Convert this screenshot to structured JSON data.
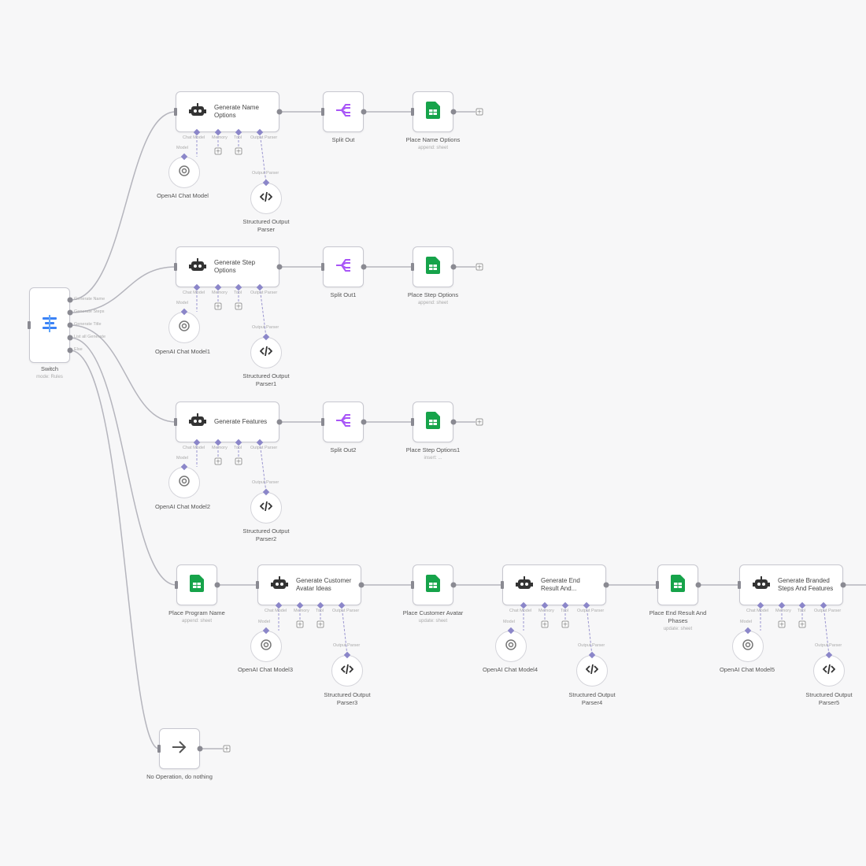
{
  "colors": {
    "sheet_green": "#16a34a",
    "split_purple": "#a855f7",
    "switch_blue": "#3b82f6"
  },
  "switch": {
    "label": "Switch",
    "sub": "mode: Rules",
    "outputs": [
      "Generate Name",
      "Generate Steps",
      "Generate Title",
      "List all Generate",
      "Else"
    ]
  },
  "rows": [
    {
      "agent": "Generate Name Options",
      "split": "Split Out",
      "sheet": "Place Name Options",
      "sheet_sub": "append: sheet",
      "chat_model": "OpenAI Chat Model",
      "parser": "Structured Output Parser"
    },
    {
      "agent": "Generate Step Options",
      "split": "Split Out1",
      "sheet": "Place Step Options",
      "sheet_sub": "append: sheet",
      "chat_model": "OpenAI Chat Model1",
      "parser": "Structured Output Parser1"
    },
    {
      "agent": "Generate Features",
      "split": "Split Out2",
      "sheet": "Place Step Options1",
      "sheet_sub": "insert: ...",
      "chat_model": "OpenAI Chat Model2",
      "parser": "Structured Output Parser2"
    }
  ],
  "row4": {
    "program_sheet": "Place Program Name",
    "program_sheet_sub": "append: sheet",
    "agent1": "Generate Customer Avatar Ideas",
    "avatar_sheet": "Place Customer Avatar",
    "avatar_sheet_sub": "update: sheet",
    "agent2": "Generate End Result And...",
    "end_sheet": "Place End Result And Phases",
    "end_sheet_sub": "update: sheet",
    "agent3": "Generate Branded Steps And Features",
    "chat_model3": "OpenAI Chat Model3",
    "parser3": "Structured Output Parser3",
    "chat_model4": "OpenAI Chat Model4",
    "parser4": "Structured Output Parser4",
    "chat_model5": "OpenAI Chat Model5",
    "parser5": "Structured Output Parser5"
  },
  "noop": {
    "label": "No Operation, do nothing"
  },
  "sub_labels": {
    "chat_model": "Chat Model",
    "memory": "Memory",
    "tool": "Tool",
    "output_parser": "Output Parser",
    "model": "Model",
    "parser_input": "Output Parser"
  },
  "icons": {
    "agent": "robot-icon",
    "split": "split-icon",
    "sheet": "sheet-icon",
    "model": "openai-icon",
    "parser": "code-icon",
    "switch": "switch-icon",
    "noop": "arrow-right-icon",
    "plus": "plus-icon"
  }
}
